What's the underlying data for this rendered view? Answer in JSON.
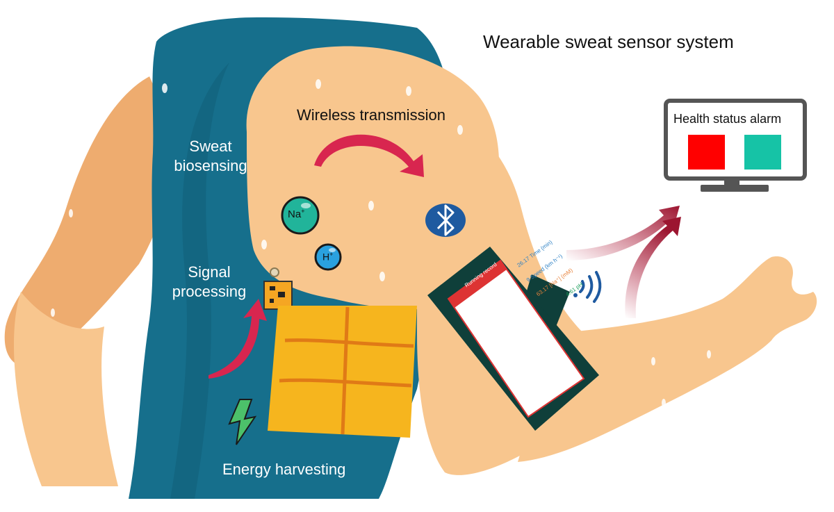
{
  "title": "Wearable sweat sensor system",
  "labels": {
    "wireless": "Wireless transmission",
    "sweat_line1": "Sweat",
    "sweat_line2": "biosensing",
    "signal_line1": "Signal",
    "signal_line2": "processing",
    "energy": "Energy harvesting"
  },
  "ions": {
    "sodium_base": "Na",
    "sodium_charge": "+",
    "hydrogen_base": "H",
    "hydrogen_charge": "+"
  },
  "monitor": {
    "title": "Health status alarm",
    "alarm_colors": [
      "#ff0000",
      "#16c3a6"
    ]
  },
  "phone": {
    "header": "Running record",
    "readings": [
      {
        "value": "26.17",
        "unit1": "Time",
        "unit2": "(min)",
        "color": "#2a7fc4"
      },
      {
        "value": "9",
        "unit1": "Speed",
        "unit2": "(km h⁻¹)",
        "color": "#2a7fc4"
      },
      {
        "value": "63.17",
        "unit1": "[Na⁺]",
        "unit2": "(mM)",
        "color": "#e8823a"
      },
      {
        "value": "4.61",
        "unit1": "pH",
        "unit2": "",
        "color": "#1b9e5c"
      }
    ]
  },
  "colors": {
    "skin": "#f8c68e",
    "skin_shadow": "#eeac6f",
    "shirt": "#166f8c",
    "arrow": "#d8264f",
    "bluetooth": "#1e5aa0",
    "energy_pad": "#f6b51e",
    "ion_na": "#21b49a",
    "ion_h": "#2aa1df",
    "lightning": "#4cc16a",
    "phone_case": "#0f3f3a"
  },
  "icons": [
    "bluetooth-icon",
    "wifi-signal-icon",
    "lightning-icon",
    "monitor-icon",
    "sodium-ion-icon",
    "hydrogen-ion-icon"
  ]
}
